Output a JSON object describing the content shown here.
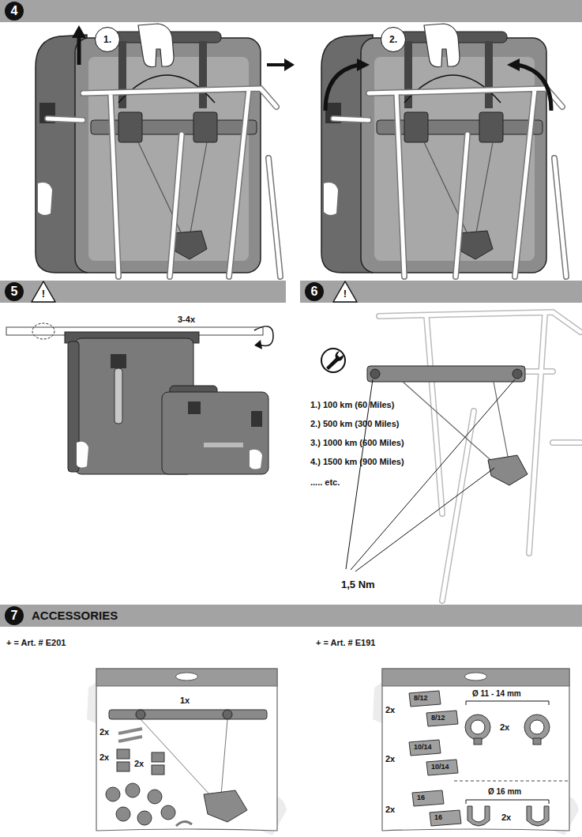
{
  "diagram": {
    "nodes": [
      {
        "text": [
          "4"
        ]
      },
      {
        "text": [
          "1."
        ]
      },
      {
        "text": [
          "2."
        ]
      },
      {
        "text": [
          "5",
          "!"
        ]
      },
      {
        "text": [
          "6",
          "!"
        ]
      },
      {
        "text": [
          "7",
          "ACCESSORIES"
        ]
      },
      {
        "text": [
          "+ = Art. # E201",
          "2x",
          "1x",
          "2x",
          "2x"
        ]
      },
      {
        "text": [
          "+ = Art. # E191",
          "8/12",
          "8/12",
          "2x",
          "10/14",
          "10/14",
          "2x",
          "Ø 11 - 14 mm",
          "2x",
          "16",
          "16",
          "2x",
          "Ø 16 mm",
          "2x"
        ]
      }
    ],
    "labels": [
      "3-4x",
      "1.) 100 km (60 Miles)",
      "2.) 500 km (300 Miles)",
      "3.) 1000 km (600 Miles)",
      "4.) 1500 km (900 Miles)",
      "..... etc.",
      "1,5 Nm"
    ]
  }
}
